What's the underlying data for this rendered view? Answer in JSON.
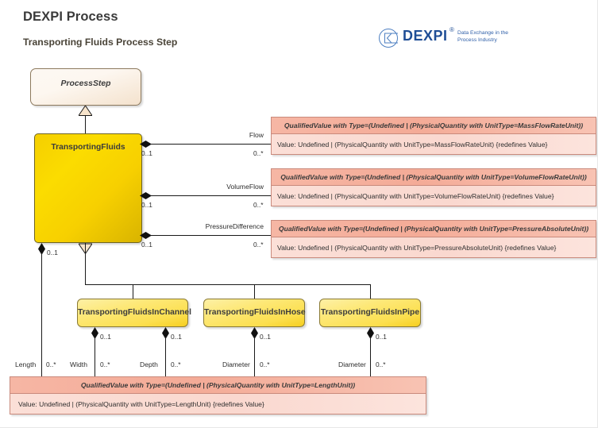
{
  "header": {
    "title": "DEXPI Process",
    "subtitle": "Transporting Fluids Process Step"
  },
  "logo": {
    "icon": "dexpi-sigma-icon",
    "word": "DEXPI",
    "registered": "®",
    "tagline": "Data Exchange in the Process Industry"
  },
  "nodes": {
    "processstep": {
      "name": "ProcessStep"
    },
    "transportingfluids": {
      "name": "TransportingFluids"
    },
    "sub_channel": {
      "name": "TransportingFluidsInChannel"
    },
    "sub_hose": {
      "name": "TransportingFluidsInHose"
    },
    "sub_pipe": {
      "name": "TransportingFluidsInPipe"
    }
  },
  "qualified_values": {
    "flow": {
      "header": "QualifiedValue with Type=(Undefined | (PhysicalQuantity with UnitType=MassFlowRateUnit))",
      "body": "Value: Undefined | (PhysicalQuantity with UnitType=MassFlowRateUnit) {redefines Value}"
    },
    "volume_flow": {
      "header": "QualifiedValue with Type=(Undefined | (PhysicalQuantity with UnitType=VolumeFlowRateUnit))",
      "body": "Value: Undefined | (PhysicalQuantity with UnitType=VolumeFlowRateUnit) {redefines Value}"
    },
    "pressure_difference": {
      "header": "QualifiedValue with Type=(Undefined | (PhysicalQuantity with UnitType=PressureAbsoluteUnit))",
      "body": "Value: Undefined | (PhysicalQuantity with UnitType=PressureAbsoluteUnit) {redefines Value}"
    },
    "length": {
      "header": "QualifiedValue with Type=(Undefined | (PhysicalQuantity with UnitType=LengthUnit))",
      "body": "Value: Undefined | (PhysicalQuantity with UnitType=LengthUnit) {redefines Value}"
    }
  },
  "associations": {
    "flow": {
      "role": "Flow",
      "source_mult": "0..1",
      "target_mult": "0..*"
    },
    "volume_flow": {
      "role": "VolumeFlow",
      "source_mult": "0..1",
      "target_mult": "0..*"
    },
    "pressure_difference": {
      "role": "PressureDifference",
      "source_mult": "0..1",
      "target_mult": "0..*"
    },
    "length": {
      "role": "Length",
      "source_mult": "0..1",
      "target_mult": "0..*"
    },
    "width": {
      "role": "Width",
      "source_mult": "0..1",
      "target_mult": "0..*"
    },
    "depth": {
      "role": "Depth",
      "source_mult": "0..1",
      "target_mult": "0..*"
    },
    "hose_diameter": {
      "role": "Diameter",
      "source_mult": "0..1",
      "target_mult": "0..*"
    },
    "pipe_diameter": {
      "role": "Diameter",
      "source_mult": "0..1",
      "target_mult": "0..*"
    }
  }
}
